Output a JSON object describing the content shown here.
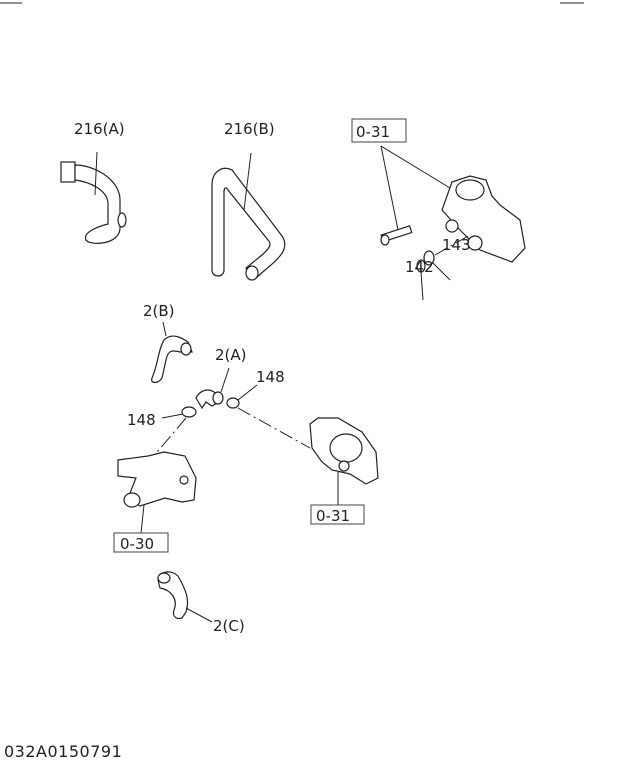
{
  "diagram": {
    "labels": {
      "hose_216a": "216(A)",
      "hose_216b": "216(B)",
      "ref_031_top": "0-31",
      "washer_142": "142",
      "gasket_143": "143",
      "hose_2b": "2(B)",
      "hose_2a": "2(A)",
      "clamp_148_right": "148",
      "clamp_148_left": "148",
      "ref_031_bottom": "0-31",
      "ref_030": "0-30",
      "hose_2c": "2(C)"
    },
    "drawing_number": "032A0150791"
  }
}
